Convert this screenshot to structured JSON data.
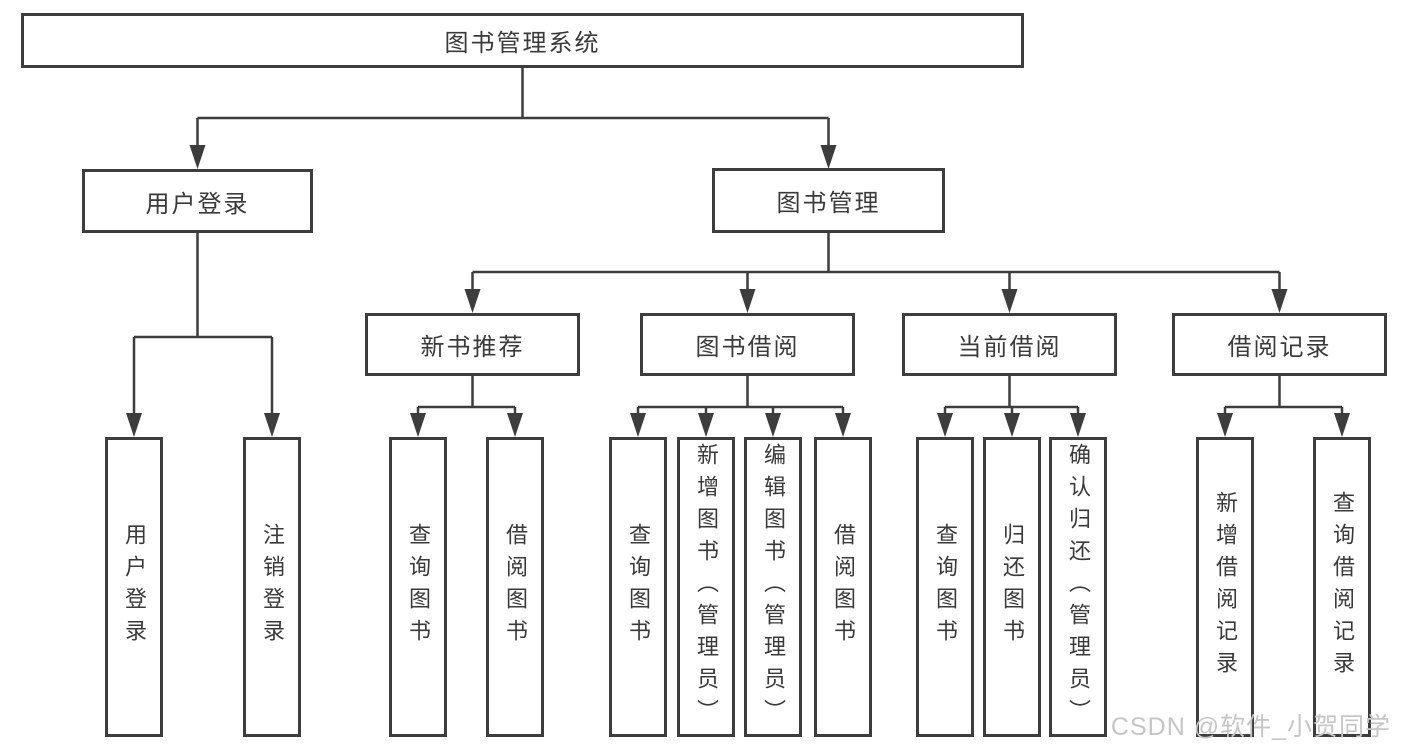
{
  "diagram": {
    "root": {
      "label": "图书管理系统"
    },
    "level1": [
      {
        "label": "用户登录"
      },
      {
        "label": "图书管理"
      }
    ],
    "login_children": [
      {
        "label": "用户登录"
      },
      {
        "label": "注销登录"
      }
    ],
    "level2": [
      {
        "label": "新书推荐"
      },
      {
        "label": "图书借阅"
      },
      {
        "label": "当前借阅"
      },
      {
        "label": "借阅记录"
      }
    ],
    "recommend_children": [
      {
        "label": "查询图书"
      },
      {
        "label": "借阅图书"
      }
    ],
    "borrow_children": [
      {
        "label": "查询图书"
      },
      {
        "label": "新增图书（管理员）"
      },
      {
        "label": "编辑图书（管理员）"
      },
      {
        "label": "借阅图书"
      }
    ],
    "current_children": [
      {
        "label": "查询图书"
      },
      {
        "label": "归还图书"
      },
      {
        "label": "确认归还（管理员）"
      }
    ],
    "record_children": [
      {
        "label": "新增借阅记录"
      },
      {
        "label": "查询借阅记录"
      }
    ]
  },
  "watermark": {
    "text": "CSDN @软件_小贺同学"
  },
  "colors": {
    "line": "#3d3d3d",
    "text": "#3a3a3a",
    "box_bg": "#ffffff",
    "background": "#ffffff",
    "watermark": "#c6c6c6"
  }
}
